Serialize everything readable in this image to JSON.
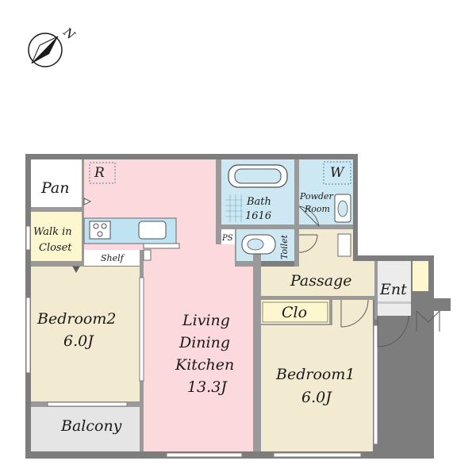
{
  "compass": {
    "label": "N"
  },
  "rooms": {
    "pantry": "Pan",
    "refrigerator": "R",
    "walk_in_closet": [
      "Walk in",
      "Closet"
    ],
    "shelf": "Shelf",
    "bedroom2": [
      "Bedroom2",
      "6.0J"
    ],
    "balcony": "Balcony",
    "ldk": [
      "Living",
      "Dining",
      "Kitchen",
      "13.3J"
    ],
    "bath": [
      "Bath",
      "1616"
    ],
    "washer": "W",
    "powder_room": [
      "Powder",
      "Room"
    ],
    "pipe_space": "PS",
    "toilet": "Toilet",
    "passage": "Passage",
    "entrance": "Ent",
    "closet": "Clo",
    "bedroom1": [
      "Bedroom1",
      "6.0J"
    ]
  },
  "colors": {
    "wall": "#7d7d7d",
    "ldk_floor": "#fbd9dd",
    "bedroom_floor": "#f3ead2",
    "closet_floor": "#fdf7cf",
    "wet_area": "#cde8f3",
    "balcony_floor": "#e5e5e5",
    "entrance_floor": "#ececec",
    "counter": "#bfe3f2"
  }
}
